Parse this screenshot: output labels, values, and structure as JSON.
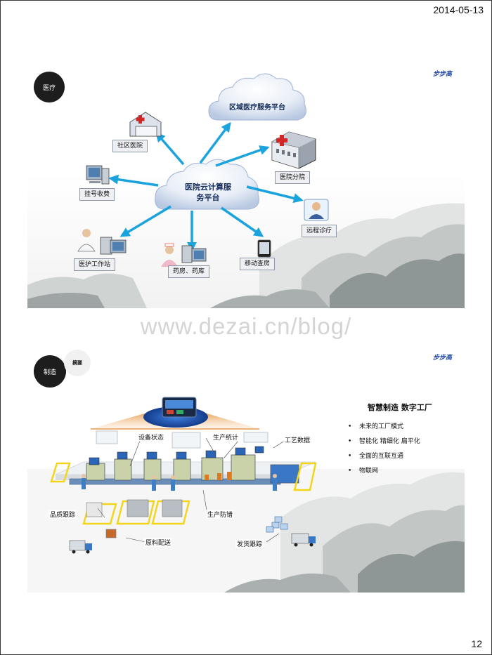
{
  "header": {
    "date": "2014-05-13"
  },
  "footer": {
    "page_number": "12"
  },
  "watermark": "www.dezai.cn/blog/",
  "slide1": {
    "section": "医疗",
    "brand": "步步高",
    "cloud_top": "区域医疗服务平台",
    "cloud_center_line1": "医院云计算服",
    "cloud_center_line2": "务平台",
    "nodes": {
      "community_hospital": "社区医院",
      "branch_hospital": "医院分院",
      "registration": "挂号收费",
      "remote_diagnosis": "远程诊疗",
      "nurse_station": "医护工作站",
      "pharmacy": "药房、药库",
      "mobile_rounds": "移动查房"
    }
  },
  "slide2": {
    "section": "制造",
    "tag": "摘要",
    "brand": "步步高",
    "title": "智慧制造 数字工厂",
    "bullets": [
      "未来的工厂模式",
      "智能化 精细化 扁平化",
      "全面的互联互通",
      "物联网"
    ],
    "labels": {
      "equipment_status": "设备状态",
      "production_stats": "生产统计",
      "process_data": "工艺数据",
      "quality_trace": "品质跟踪",
      "error_prevention": "生产防错",
      "material_delivery": "原料配送",
      "shipping_tracking": "发货跟踪"
    }
  },
  "colors": {
    "arrow": "#1aa3dd",
    "brand": "#2149a8",
    "circle": "#1d1d1d"
  }
}
